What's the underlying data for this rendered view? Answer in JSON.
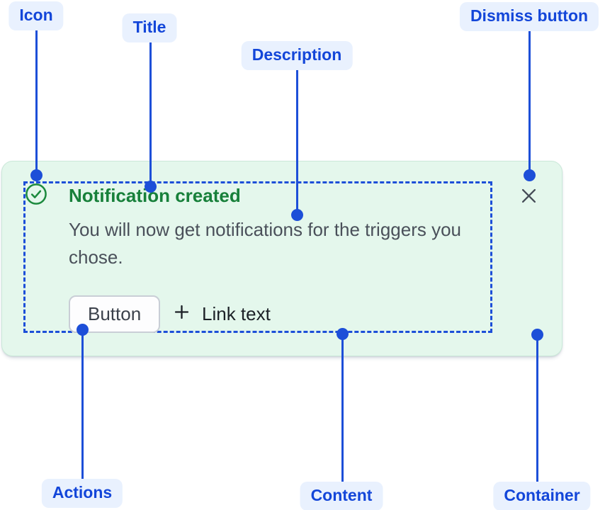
{
  "callouts": {
    "icon": "Icon",
    "title": "Title",
    "description": "Description",
    "dismiss": "Dismiss button",
    "actions": "Actions",
    "content": "Content",
    "container": "Container"
  },
  "notification": {
    "title": "Notification created",
    "description": "You will now get notifications for the triggers you chose.",
    "button_label": "Button",
    "link_label": "Link text"
  },
  "icons": {
    "status": "check-circle-icon",
    "dismiss": "close-icon",
    "link_prefix": "plus-icon"
  },
  "colors": {
    "annotation_blue": "#1D4FD8",
    "annotation_pill_bg": "#E9F1FE",
    "annotation_text": "#1346D9",
    "card_bg": "#E4F7EC",
    "card_border": "#CBE9D9",
    "title_green": "#17803A",
    "icon_green": "#1C8A3E",
    "description_gray": "#4A505A",
    "button_text": "#3B414B",
    "link_text": "#1C2127"
  }
}
